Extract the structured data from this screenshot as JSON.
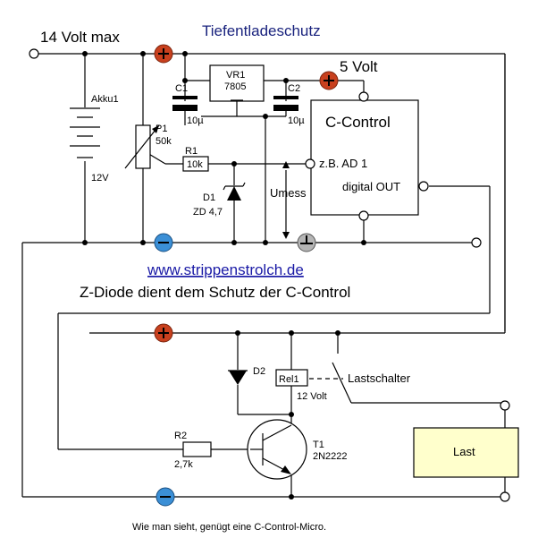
{
  "title": "Tiefentladeschutz",
  "voltage_max": "14 Volt max",
  "five_volt": "5 Volt",
  "battery": {
    "name": "Akku1",
    "voltage": "12V"
  },
  "pot": {
    "name": "P1",
    "value": "50k"
  },
  "regulator": {
    "name": "VR1",
    "type": "7805"
  },
  "c1": {
    "name": "C1",
    "value": "10µ"
  },
  "c2": {
    "name": "C2",
    "value": "10µ"
  },
  "r1": {
    "name": "R1",
    "value": "10k"
  },
  "d1": {
    "name": "D1",
    "value": "ZD 4,7"
  },
  "umess": "Umess",
  "ccontrol": {
    "name": "C-Control",
    "input": "z.B. AD 1",
    "output": "digital OUT"
  },
  "website": "www.strippenstrolch.de",
  "note": "Z-Diode dient dem Schutz der C-Control",
  "d2": {
    "name": "D2"
  },
  "relay": {
    "name": "Rel1",
    "voltage": "12 Volt"
  },
  "switch_label": "Lastschalter",
  "load": "Last",
  "r2": {
    "name": "R2",
    "value": "2,7k"
  },
  "t1": {
    "name": "T1",
    "type": "2N2222"
  },
  "caption": "Wie man sieht, genügt eine C-Control-Micro.",
  "colors": {
    "plus": "#c8401e",
    "minus": "#3b8fd6",
    "ground": "#b5b5b5",
    "load_fill": "#ffffcc",
    "title": "#1a237e"
  }
}
